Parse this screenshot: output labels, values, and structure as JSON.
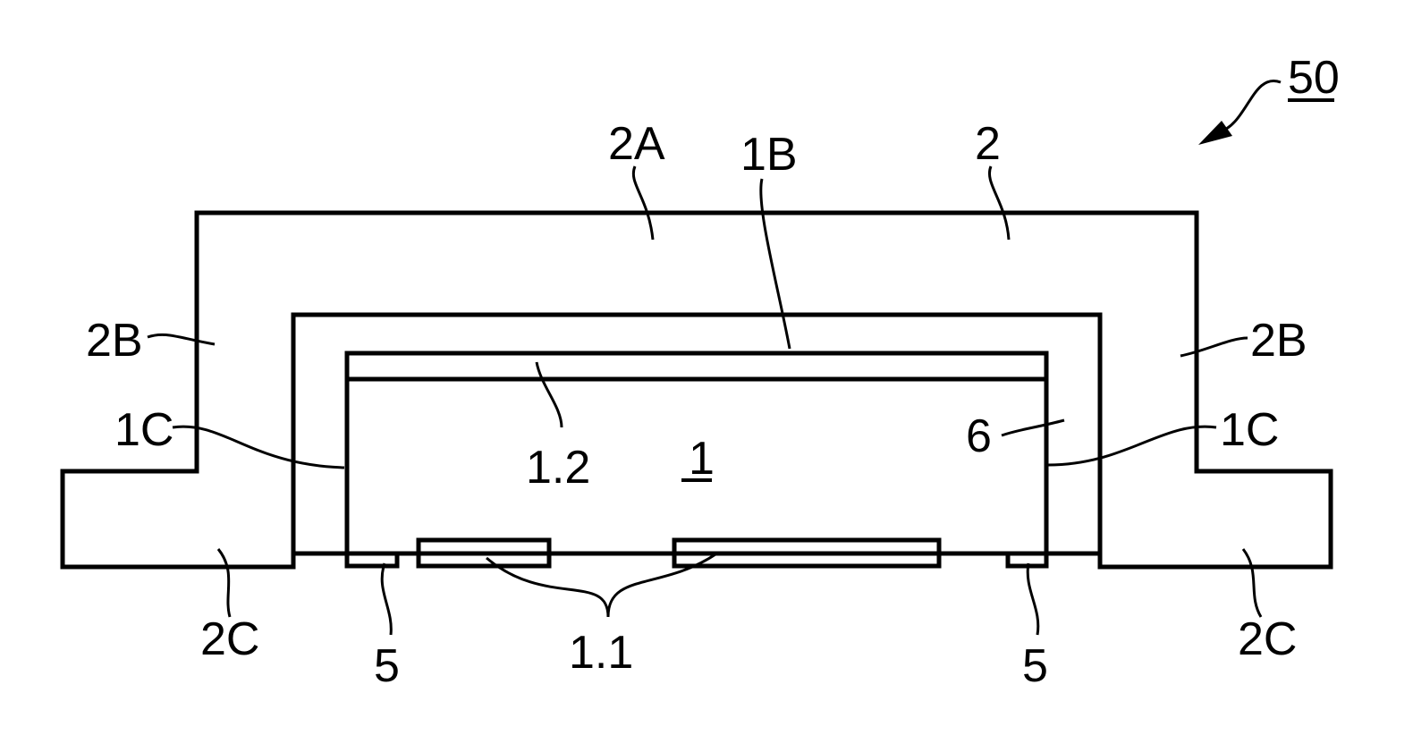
{
  "figure": {
    "reference_numeral": "50",
    "labels": {
      "cap": "2",
      "cap_top": "2A",
      "cap_side_left": "2B",
      "cap_side_right": "2B",
      "cap_flange_left": "2C",
      "cap_flange_right": "2C",
      "chip_body": "1",
      "chip_back": "1B",
      "chip_side_left": "1C",
      "chip_side_right": "1C",
      "backside_layer": "1.2",
      "contacts": "1.1",
      "pad_left": "5",
      "pad_right": "5",
      "fill_layer": "6"
    }
  }
}
